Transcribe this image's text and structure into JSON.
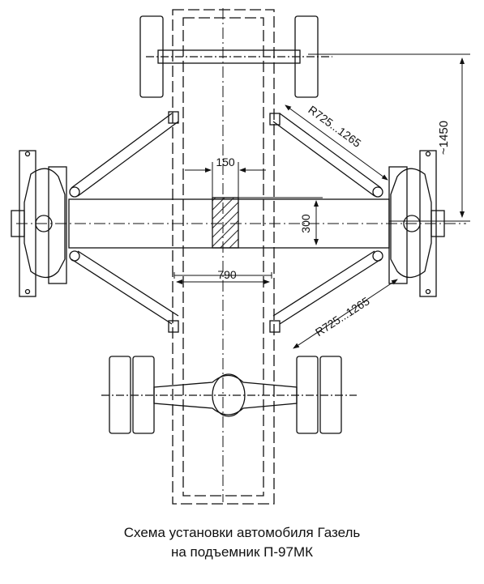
{
  "dimensions": {
    "wheelbase_span": "~1450",
    "pad_width": "150",
    "pad_height": "300",
    "frame_width": "790",
    "arm_range_upper": "R725...1265",
    "arm_range_lower": "R725...1265"
  },
  "caption": {
    "line1": "Схема установки автомобиля Газель",
    "line2": "на подъемник П-97МК"
  }
}
